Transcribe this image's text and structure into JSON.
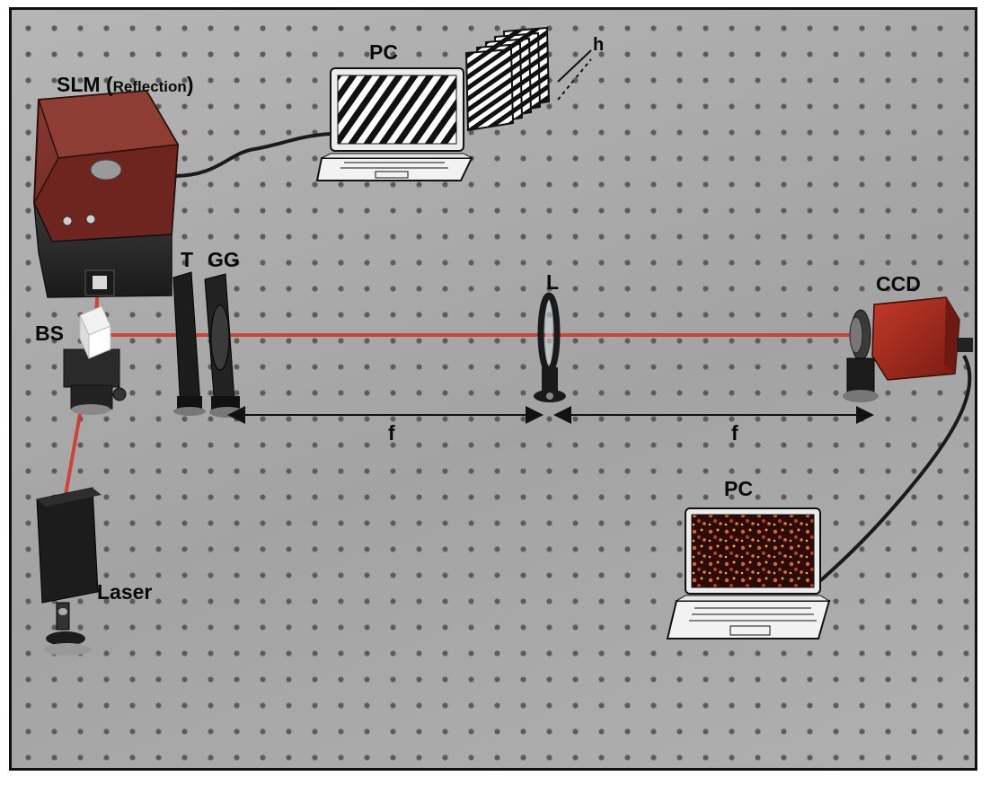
{
  "labels": {
    "slm": "SLM",
    "slm_paren_open": "(",
    "slm_mode": "Reflection",
    "slm_paren_close": ")",
    "pc_top": "PC",
    "h": "h",
    "t": "T",
    "gg": "GG",
    "bs": "BS",
    "l": "L",
    "ccd": "CCD",
    "f_left": "f",
    "f_right": "f",
    "pc_bottom": "PC",
    "laser": "Laser"
  },
  "colors": {
    "beam": "#d23a2a",
    "slm_body": "#7a2a24",
    "ccd_body": "#b0291d",
    "table": "#a9a9a9",
    "holes": "#5a5a5a"
  },
  "icons": [
    "slm-device-icon",
    "laptop-icon",
    "hologram-stack-icon",
    "beam-splitter-icon",
    "lens-icon",
    "ccd-camera-icon",
    "laser-icon",
    "mount-icon"
  ]
}
